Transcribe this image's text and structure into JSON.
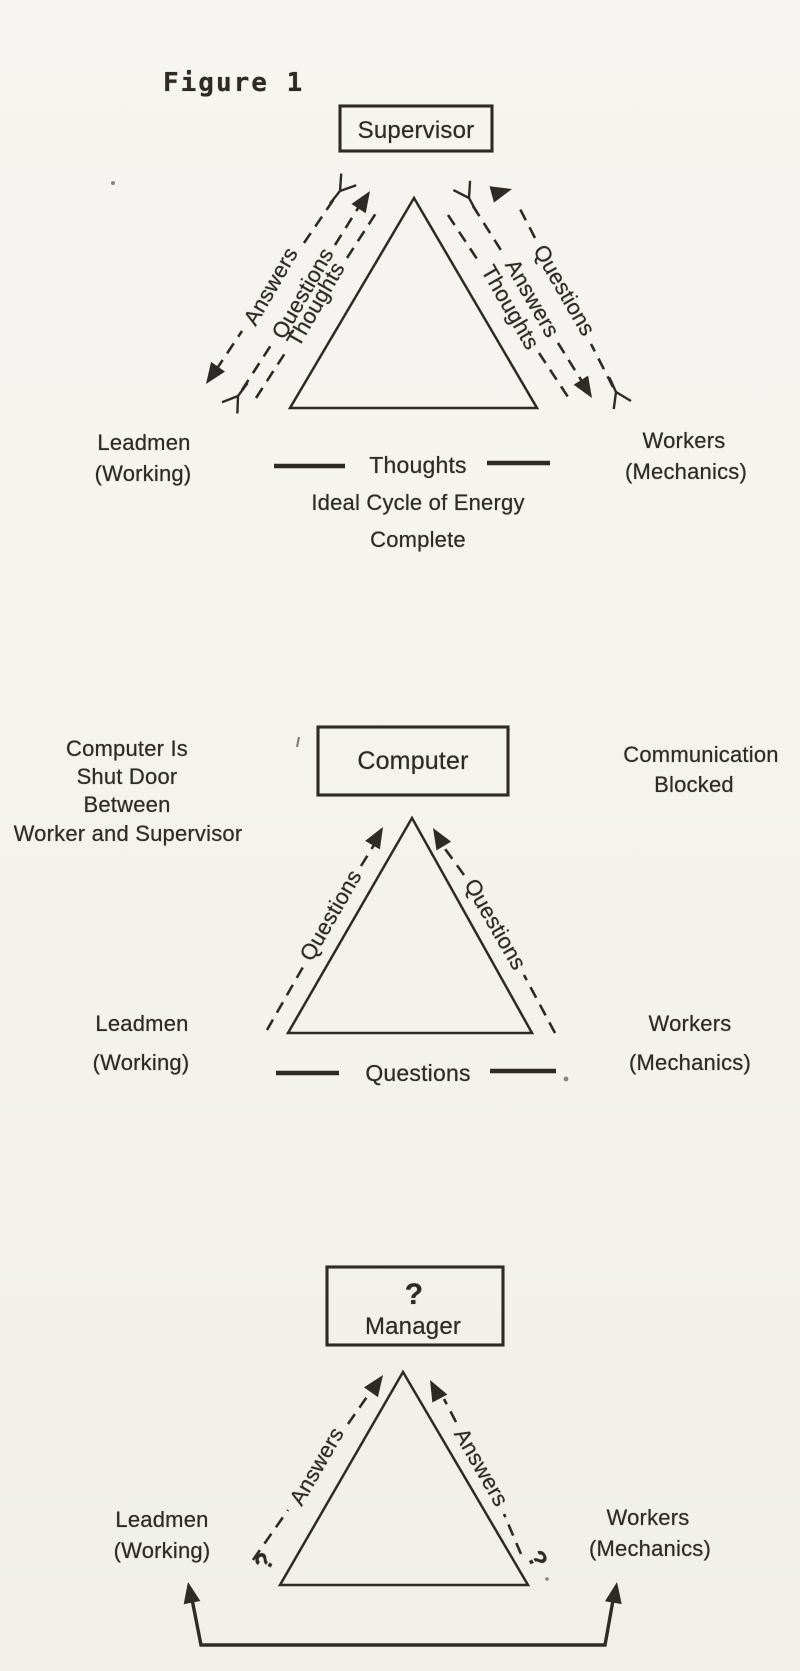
{
  "colors": {
    "ink": "#2e2b26",
    "paper": "#f5f3ee"
  },
  "figure_label": "Figure 1",
  "d1": {
    "box": "Supervisor",
    "left_flows": {
      "outer": "Answers",
      "middle": "Questions",
      "inner": "Thoughts"
    },
    "right_flows": {
      "outer": "Questions",
      "middle": "Answers",
      "inner": "Thoughts"
    },
    "left_node1": "Leadmen",
    "left_node2": "(Working)",
    "right_node1": "Workers",
    "right_node2": "(Mechanics)",
    "base_flow": "Thoughts",
    "caption1": "Ideal Cycle of Energy",
    "caption2": "Complete"
  },
  "d2": {
    "box": "Computer",
    "left_note1": "Computer Is",
    "left_note2": "Shut Door",
    "left_note3": "Between",
    "left_note4": "Worker and Supervisor",
    "right_note1": "Communication",
    "right_note2": "Blocked",
    "left_flow": "Questions",
    "right_flow": "Questions",
    "left_node1": "Leadmen",
    "left_node2": "(Working)",
    "right_node1": "Workers",
    "right_node2": "(Mechanics)",
    "base_flow": "Questions"
  },
  "d3": {
    "box_q": "?",
    "box": "Manager",
    "left_flow": "Answers",
    "right_flow": "Answers",
    "left_q": "?",
    "right_q": "?",
    "left_node1": "Leadmen",
    "left_node2": "(Working)",
    "right_node1": "Workers",
    "right_node2": "(Mechanics)"
  }
}
